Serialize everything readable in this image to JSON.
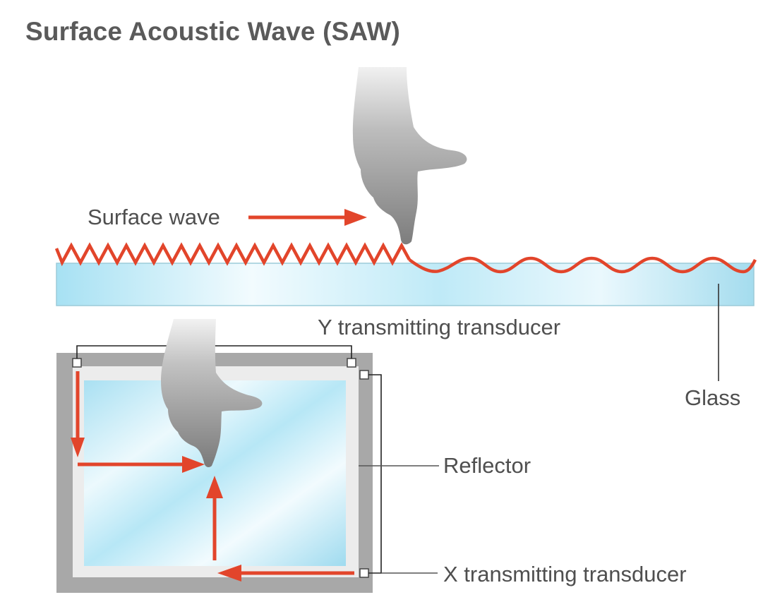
{
  "title": "Surface Acoustic Wave (SAW)",
  "labels": {
    "surface_wave": "Surface wave",
    "y_transducer": "Y transmitting transducer",
    "glass": "Glass",
    "reflector": "Reflector",
    "x_transducer": "X transmitting transducer"
  },
  "colors": {
    "wave_arrow": "#e2452b",
    "glass": "#bfe9f7",
    "frame": "#a9a9a9",
    "reflector": "#ececec",
    "hand": "#8e8e8e",
    "text": "#505050"
  },
  "icons": {
    "finger": "pointing-hand-icon"
  }
}
